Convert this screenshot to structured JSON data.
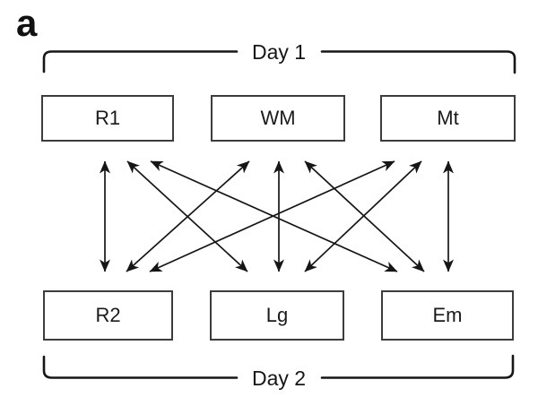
{
  "figure_label": "a",
  "colors": {
    "line": "#161616",
    "box_border": "#3d3d3d",
    "text": "#1a1a1a",
    "background": "#ffffff"
  },
  "day1": {
    "label": "Day 1",
    "nodes": [
      {
        "id": "R1",
        "label": "R1"
      },
      {
        "id": "WM",
        "label": "WM"
      },
      {
        "id": "Mt",
        "label": "Mt"
      }
    ]
  },
  "day2": {
    "label": "Day 2",
    "nodes": [
      {
        "id": "R2",
        "label": "R2"
      },
      {
        "id": "Lg",
        "label": "Lg"
      },
      {
        "id": "Em",
        "label": "Em"
      }
    ]
  },
  "edges": [
    [
      "R1",
      "R2"
    ],
    [
      "R1",
      "Lg"
    ],
    [
      "R1",
      "Em"
    ],
    [
      "WM",
      "R2"
    ],
    [
      "WM",
      "Lg"
    ],
    [
      "WM",
      "Em"
    ],
    [
      "Mt",
      "R2"
    ],
    [
      "Mt",
      "Lg"
    ],
    [
      "Mt",
      "Em"
    ]
  ]
}
